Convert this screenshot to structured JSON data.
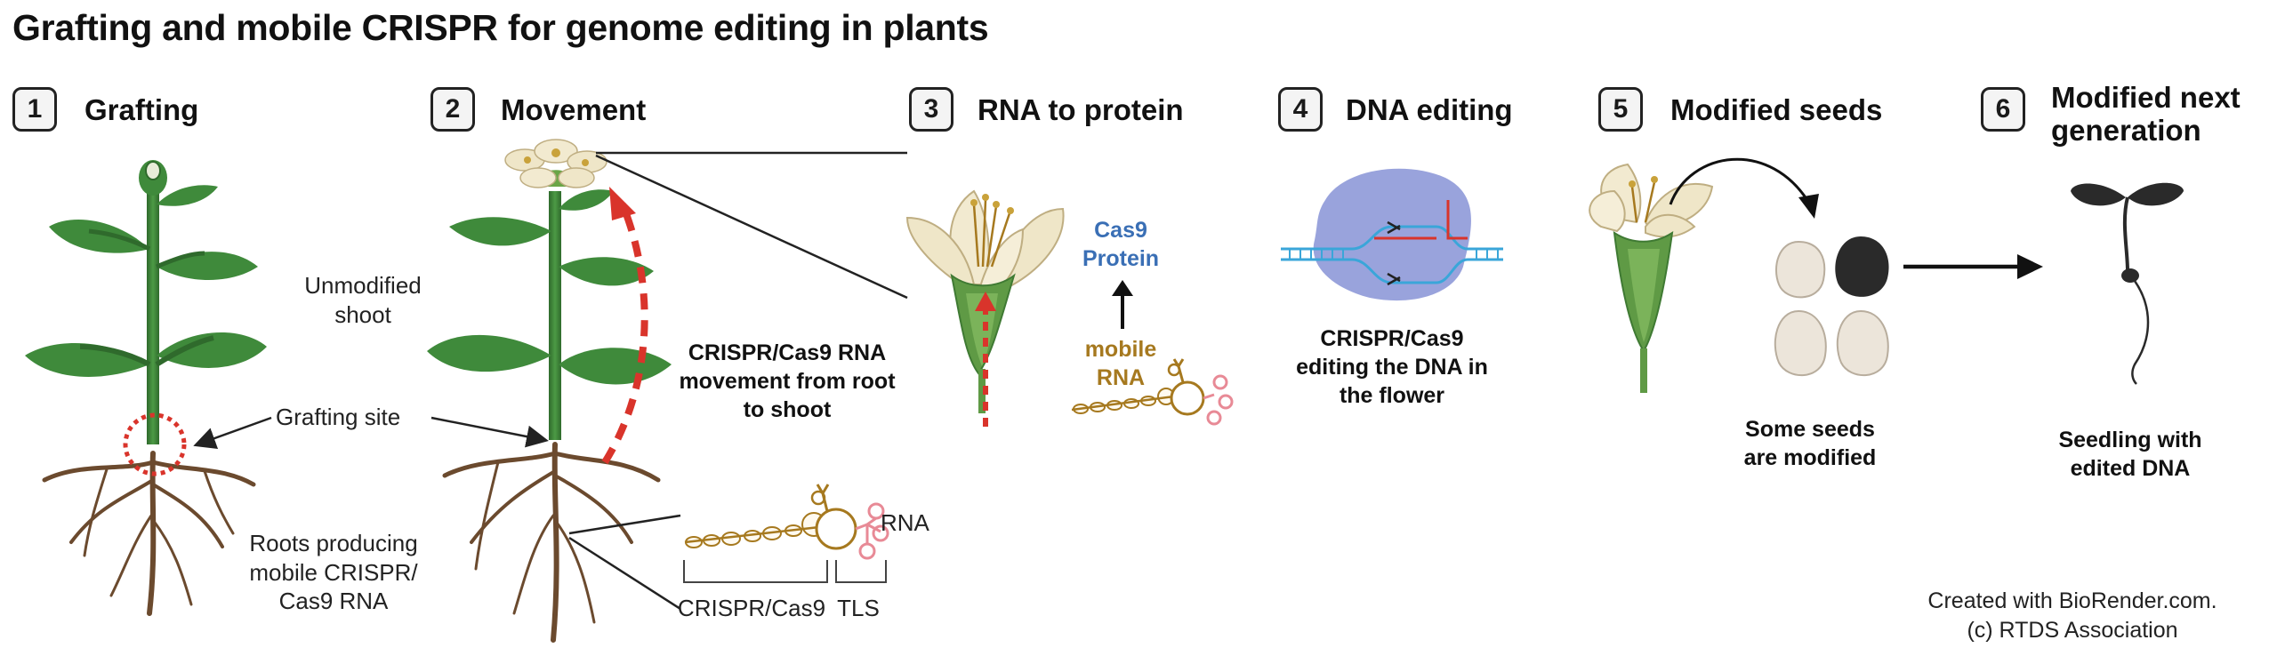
{
  "title": "Grafting and mobile CRISPR for genome editing in plants",
  "steps": [
    {
      "number": "1",
      "title": "Grafting"
    },
    {
      "number": "2",
      "title": "Movement"
    },
    {
      "number": "3",
      "title": "RNA to protein"
    },
    {
      "number": "4",
      "title": "DNA editing"
    },
    {
      "number": "5",
      "title": "Modified seeds"
    },
    {
      "number": "6",
      "title": "Modified next generation"
    }
  ],
  "labels": {
    "unmodified_shoot": "Unmodified shoot",
    "grafting_site": "Grafting site",
    "roots_producing": "Roots producing mobile CRISPR/ Cas9 RNA",
    "rna_movement": "CRISPR/Cas9 RNA movement from root to shoot",
    "rna": "RNA",
    "crispr_cas9": "CRISPR/Cas9",
    "tls": "TLS",
    "cas9_protein": "Cas9 Protein",
    "mobile_rna": "mobile RNA",
    "dna_editing": "CRISPR/Cas9 editing the DNA in the flower",
    "some_seeds": "Some seeds are modified",
    "seedling": "Seedling with edited DNA"
  },
  "credits": [
    "Created with BioRender.com.",
    "(c) RTDS Association"
  ],
  "colors": {
    "stem": "#3f7f3a",
    "leaf": "#3f8a3b",
    "root": "#6b4a2e",
    "movement_arrow": "#d9342b",
    "cas9_blue": "#3a6fb5",
    "mobile_rna_gold": "#a6791f",
    "dna_cyan": "#3aa6d9",
    "cas9_protein_blob": "#8793d6",
    "rna_pink": "#e88a96"
  }
}
